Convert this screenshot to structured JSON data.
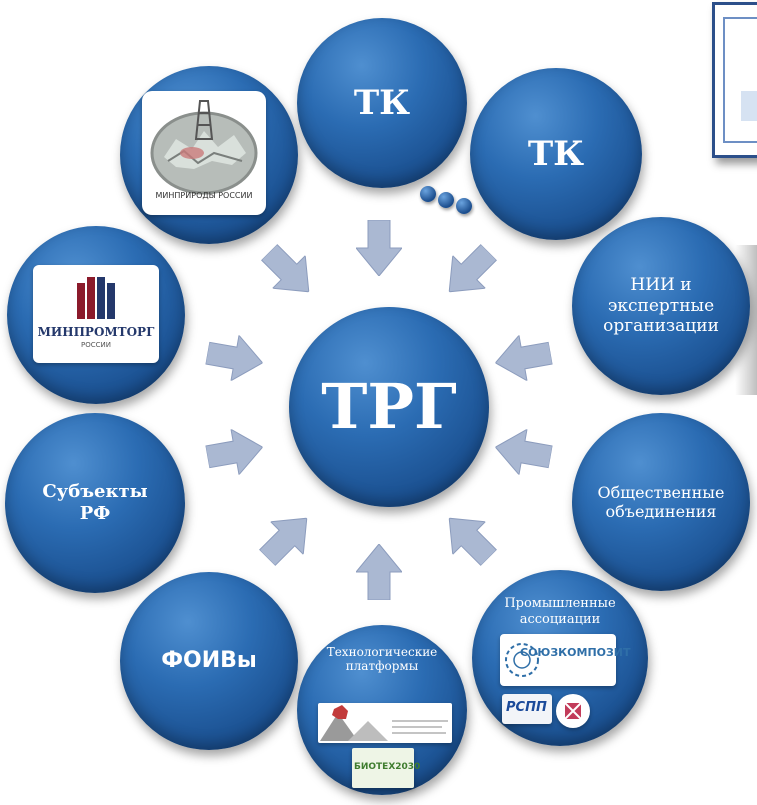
{
  "center": {
    "label": "ТРГ"
  },
  "nodes": {
    "tk1": "ТК",
    "tk2": "ТК",
    "nii": [
      "НИИ и",
      "экспертные",
      "организации"
    ],
    "obshch": [
      "Общественные",
      "объединения"
    ],
    "prom": [
      "Промышленные",
      "ассоциации"
    ],
    "tech": [
      "Технологические",
      "платформы"
    ],
    "foiv": "ФОИВы",
    "subj": [
      "Субъекты",
      "РФ"
    ]
  },
  "logos": {
    "minprirody": "МИНПРИРОДЫ РОССИИ",
    "minpromtorg_main": "МИНПРОМТОРГ",
    "minpromtorg_sub": "РОССИИ",
    "soyuzkompozit": "СОЮЗКОМПОЗИТ",
    "rspp": "РСПП",
    "biotech": "БИОТЕХ2030"
  },
  "colors": {
    "circle": "#1f5a9e",
    "arrow": "#aab8d2",
    "frame": "#2c4f8a"
  }
}
